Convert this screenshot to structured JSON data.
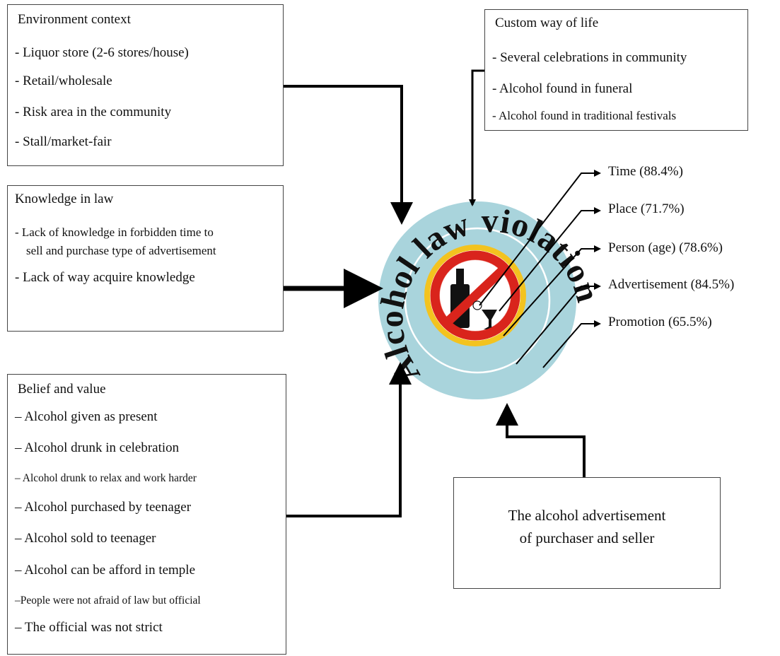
{
  "environment": {
    "title": "Environment context",
    "items": [
      "- Liquor store (2-6 stores/house)",
      "- Retail/wholesale",
      "- Risk area in the community",
      "- Stall/market-fair"
    ]
  },
  "knowledge": {
    "title": "Knowledge in law",
    "items": [
      "- Lack of knowledge in forbidden time to",
      "sell and purchase type of advertisement",
      "- Lack of way acquire knowledge"
    ]
  },
  "belief": {
    "title": "Belief and value",
    "items": [
      "– Alcohol given as present",
      "– Alcohol drunk in celebration",
      "– Alcohol drunk to relax and work harder",
      "– Alcohol purchased by teenager",
      "– Alcohol sold to teenager",
      "– Alcohol can be afford in temple",
      "–People were not afraid of law but official",
      "– The official was not strict"
    ]
  },
  "custom": {
    "title": "Custom way of life",
    "items": [
      "- Several celebrations in community",
      "- Alcohol found in funeral",
      "- Alcohol found in traditional festivals"
    ]
  },
  "advertisement_box": {
    "line1": "The alcohol advertisement",
    "line2": "of purchaser and seller"
  },
  "center": {
    "curved_label": "Alcohol law violation",
    "colors": {
      "ring": "#a9d4dc",
      "inner_ring": "#ffffff",
      "red": "#d9241c",
      "yellow": "#f3c31f",
      "bottle": "#111111"
    },
    "icon": "no-alcohol-icon"
  },
  "outcomes": [
    {
      "label": "Time (88.4%)"
    },
    {
      "label": "Place (71.7%)"
    },
    {
      "label": "Person (age) (78.6%)"
    },
    {
      "label": "Advertisement (84.5%)"
    },
    {
      "label": "Promotion (65.5%)"
    }
  ]
}
